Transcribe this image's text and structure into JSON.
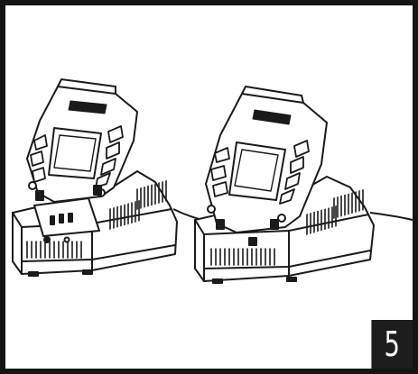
{
  "figure": {
    "step_number": "5",
    "illustrations": [
      {
        "name": "charger-with-battery-inserting",
        "description_visible": false
      },
      {
        "name": "charger-with-battery-seated",
        "description_visible": false
      }
    ]
  },
  "colors": {
    "frame": "#141414",
    "line": "#1a1a1a",
    "badge_background": "#1d1d1d",
    "badge_text": "#ffffff",
    "background": "#ffffff"
  }
}
